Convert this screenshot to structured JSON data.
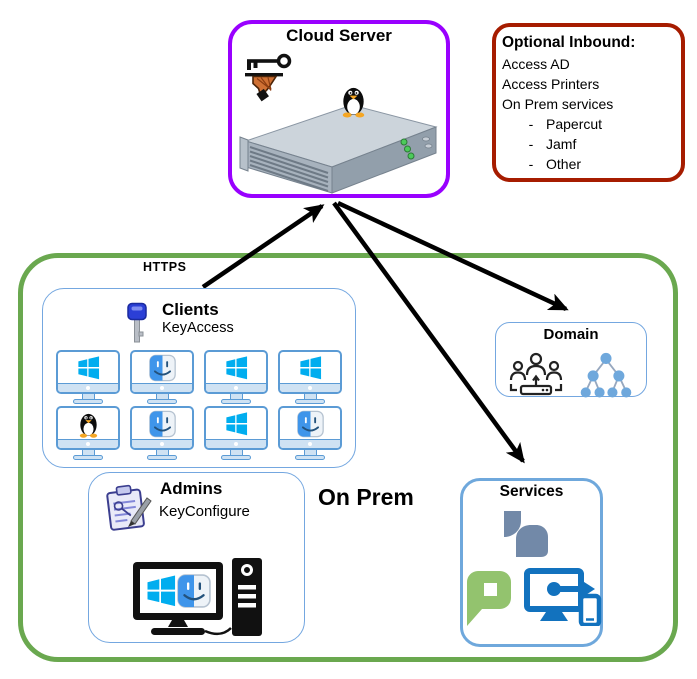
{
  "cloud_server": {
    "title": "Cloud Server"
  },
  "optional_inbound": {
    "title": "Optional Inbound:",
    "lines": [
      "Access AD",
      "Access Printers",
      "On Prem services"
    ],
    "bullet_marker": "-",
    "bullets": [
      "Papercut",
      "Jamf",
      "Other"
    ]
  },
  "on_prem": {
    "label": "On Prem",
    "protocol_label": "HTTPS"
  },
  "clients": {
    "title": "Clients",
    "subtitle": "KeyAccess",
    "monitor_os": [
      "windows",
      "mac",
      "windows",
      "windows",
      "linux",
      "mac",
      "windows",
      "mac"
    ]
  },
  "admins": {
    "title": "Admins",
    "subtitle": "KeyConfigure"
  },
  "domain": {
    "title": "Domain"
  },
  "services": {
    "title": "Services",
    "logos": [
      "jamf",
      "papercut",
      "remote-device"
    ]
  },
  "icons": {
    "cloud_key": "key-on-hand-icon",
    "cloud_host": "rack-server-with-tux-icon",
    "clients_key": "blue-key-icon",
    "admins_clipboard": "clipboard-key-pencil-icon",
    "domain_left": "user-group-icon",
    "domain_right": "hierarchy-tree-icon"
  },
  "colors": {
    "cloud_border": "#9900ff",
    "optional_border": "#a61c00",
    "on_prem_border": "#6aa84f",
    "inner_box_border": "#74a7e0",
    "services_border": "#6fa8dc",
    "arrow": "#000000",
    "windows_blue": "#00adef",
    "jamf_slate": "#7289a8",
    "papercut_green": "#93c36e",
    "device_blue": "#1272be"
  }
}
